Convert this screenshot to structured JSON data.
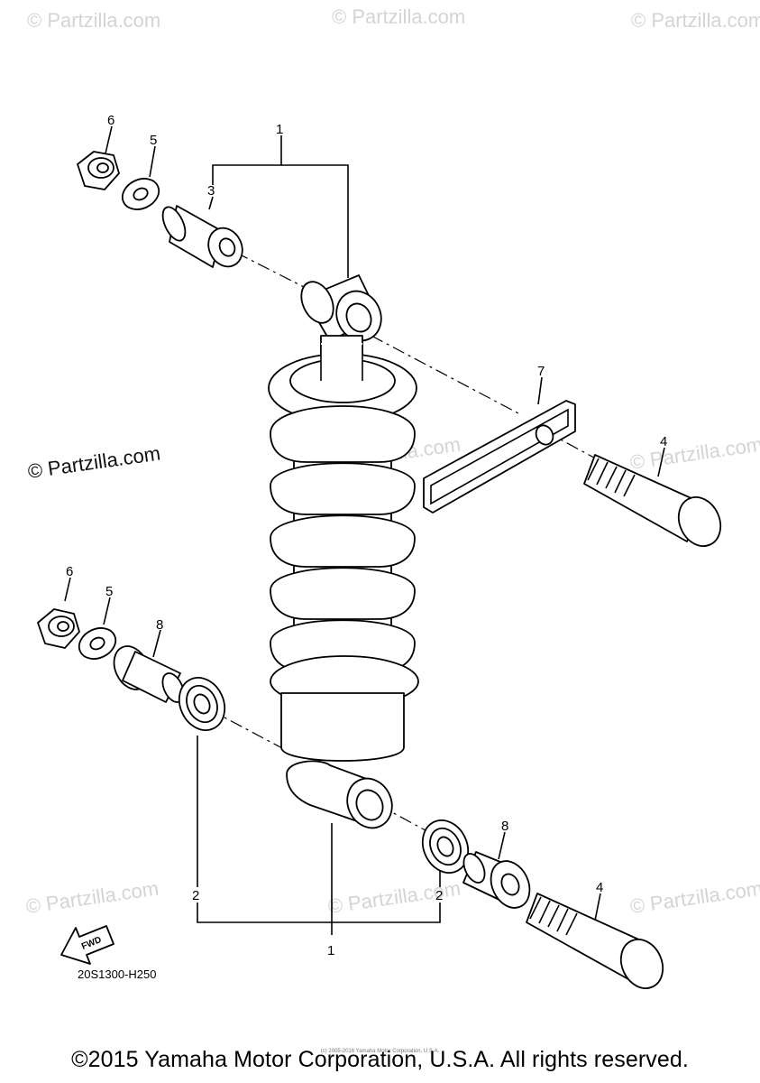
{
  "watermarks": {
    "repeat_text": "© Partzilla.com",
    "prominent_text": "© Partzilla.com"
  },
  "callouts": {
    "c1_top": "1",
    "c3": "3",
    "c5_top": "5",
    "c6_top": "6",
    "c7": "7",
    "c4_top": "4",
    "c6_bottom": "6",
    "c5_bottom": "5",
    "c8_left": "8",
    "c8_right": "8",
    "c2_left": "2",
    "c2_right": "2",
    "c4_bottom": "4",
    "c1_bottom": "1"
  },
  "fwd_label": "FWD",
  "drawing_id": "20S1300-H250",
  "copyright": "©2015 Yamaha Motor Corporation, U.S.A. All rights reserved.",
  "tiny_note": "(c) 2005-2016 Yamaha Motor Corporation, U.S.A."
}
